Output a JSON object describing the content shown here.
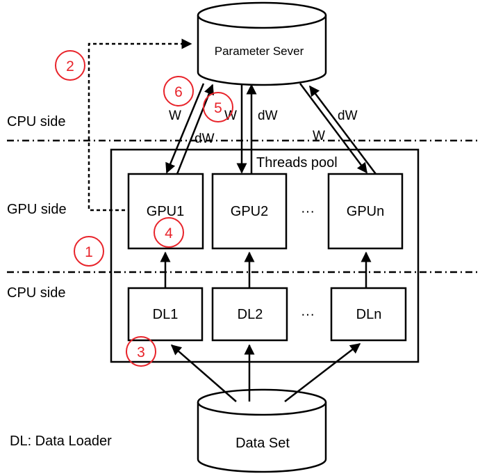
{
  "diagram": {
    "parameter_server": "Parameter Sever",
    "dataset": "Data Set",
    "threads_pool": "Threads pool",
    "side_labels": {
      "cpu_top": "CPU side",
      "gpu": "GPU side",
      "cpu_bottom": "CPU side"
    },
    "gpus": {
      "gpu1": "GPU1",
      "gpu2": "GPU2",
      "gpun": "GPUn",
      "ellipsis": "···"
    },
    "loaders": {
      "dl1": "DL1",
      "dl2": "DL2",
      "dln": "DLn",
      "ellipsis": "···"
    },
    "edge_labels": {
      "w1": "W",
      "dw1": "dW",
      "w2": "W",
      "dw2": "dW",
      "dwn": "dW",
      "wn": "W"
    },
    "legend": "DL: Data Loader",
    "step_badges": {
      "s1": "1",
      "s2": "2",
      "s3": "3",
      "s4": "4",
      "s5": "5",
      "s6": "6"
    },
    "colors": {
      "badge": "#e8232a",
      "line": "#000000"
    }
  }
}
